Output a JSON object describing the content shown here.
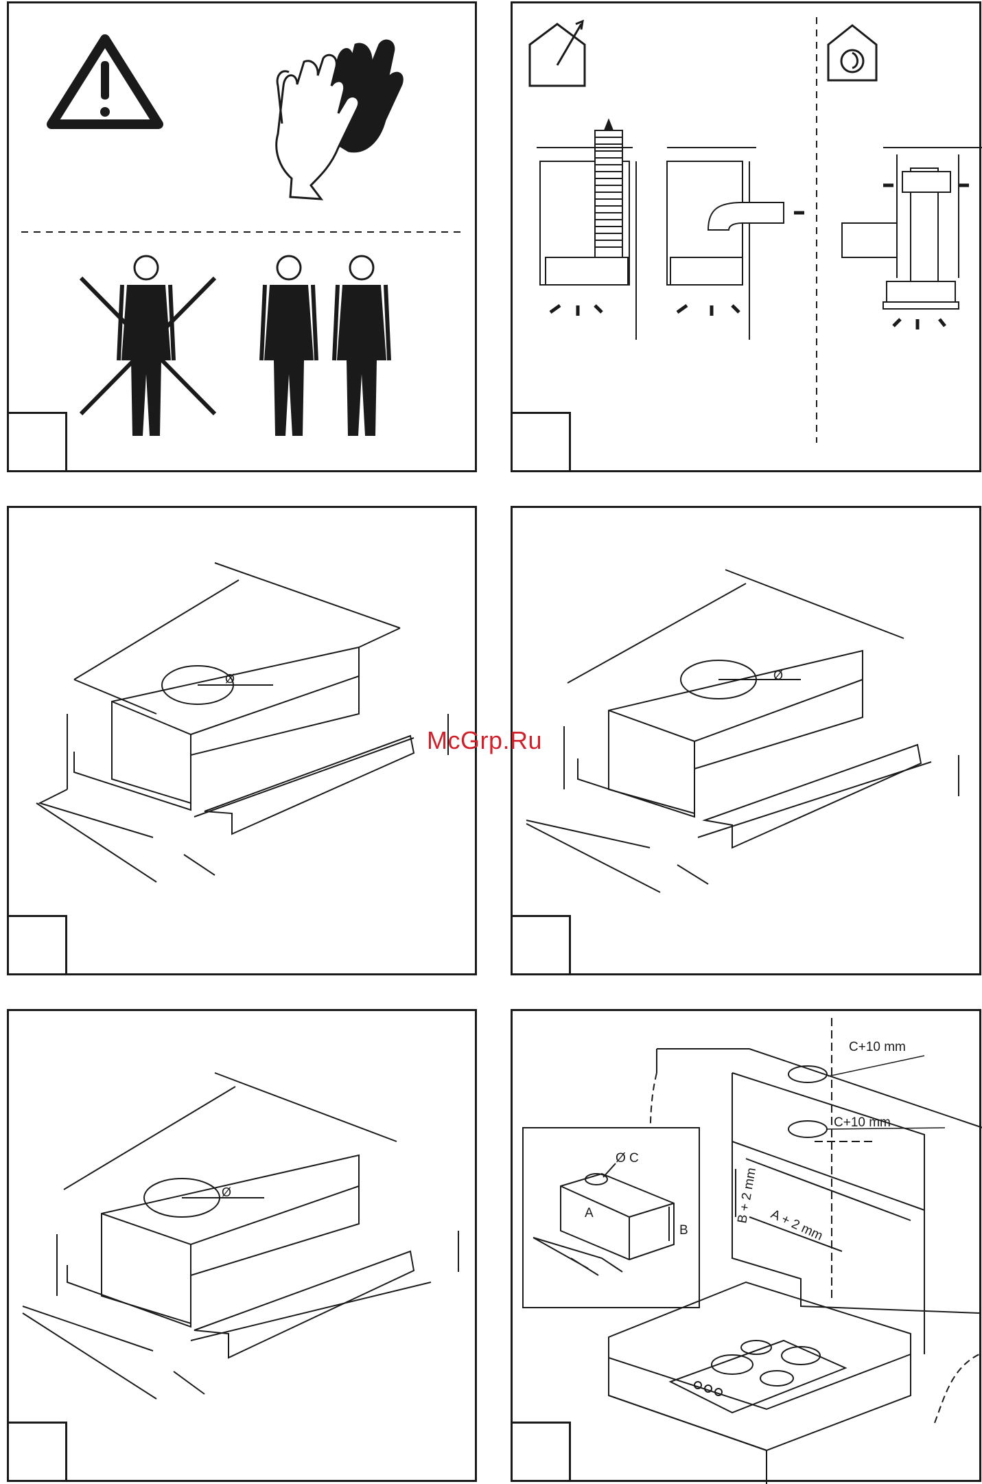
{
  "watermark": "McGrp.Ru",
  "panel6": {
    "label_c_top": "C+10 mm",
    "label_c_mid": "C+10 mm",
    "label_b2": "B + 2 mm",
    "label_a2": "A + 2 mm",
    "inset_c": "Ø C",
    "inset_a": "A",
    "inset_b": "B"
  },
  "dim_symbol": "Ø",
  "colors": {
    "line": "#1a1a1a",
    "watermark": "#d0202a"
  }
}
